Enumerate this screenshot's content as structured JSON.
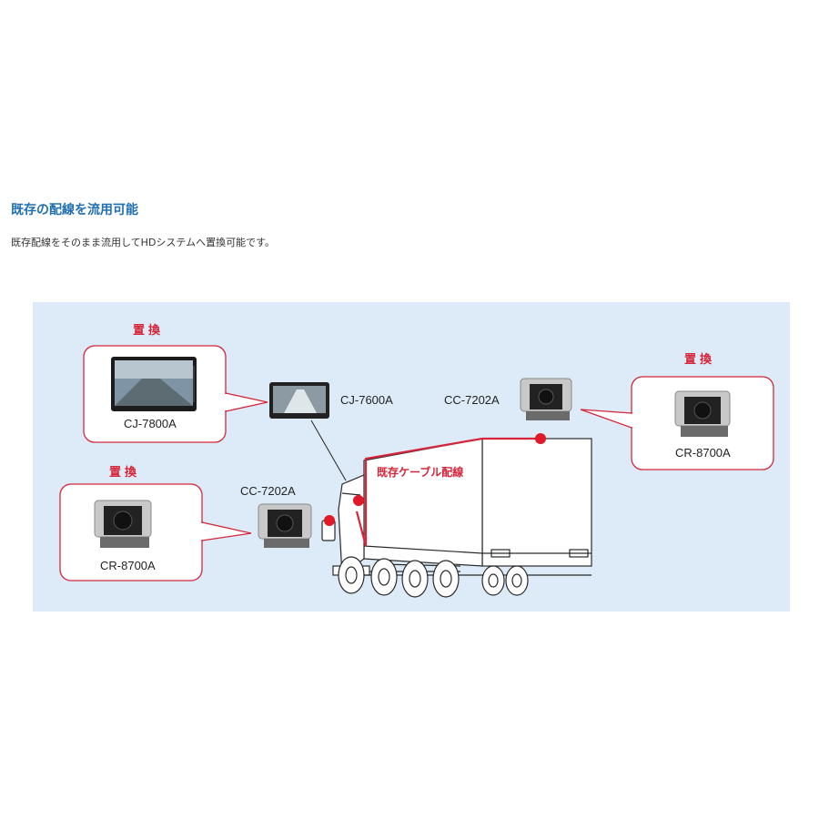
{
  "section": {
    "heading": "既存の配線を流用可能",
    "description": "既存配線をそのまま流用してHDシステムへ置換可能です。"
  },
  "diagram": {
    "replace_label": "置換",
    "cable_label": "既存ケーブル配線",
    "labels": {
      "monitor_new": "CJ-7800A",
      "monitor_old": "CJ-7600A",
      "camera_old_top": "CC-7202A",
      "camera_new_right": "CR-8700A",
      "camera_old_front": "CC-7202A",
      "camera_new_left": "CR-8700A"
    },
    "colors": {
      "background": "#dcebf7",
      "accent": "#d6253a",
      "heading": "#1f6fb2"
    }
  }
}
